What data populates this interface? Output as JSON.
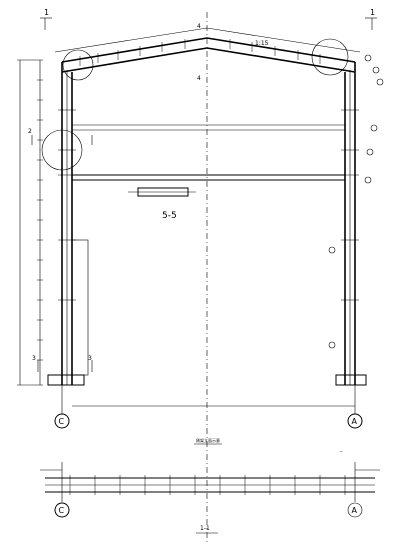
{
  "section_marks": {
    "top_left": "1",
    "top_right": "1",
    "top_center_upper": "4",
    "top_center_lower": "4",
    "bottom_center": "1-1"
  },
  "roof": {
    "slope_label": "1:15"
  },
  "grid_axes": {
    "left": "C",
    "right": "A",
    "left_plan": "C",
    "right_plan": "A"
  },
  "sections": {
    "section_2": "2",
    "section_3_left": "3",
    "section_3_right": "3",
    "section_5_label": "5-5"
  },
  "captions": {
    "elevation_caption": "刚架立面示意",
    "plan_caption": "─"
  }
}
